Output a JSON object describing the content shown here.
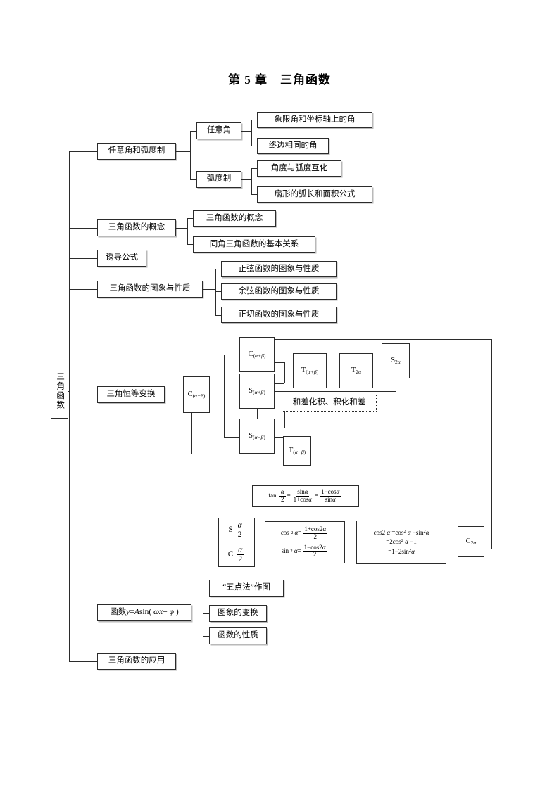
{
  "document": {
    "title": "第 5 章　三角函数",
    "type": "chapter-mind-map"
  },
  "root": {
    "label": "三角函数"
  },
  "branches": [
    {
      "label": "任意角和弧度制",
      "children": [
        {
          "label": "任意角",
          "children": [
            {
              "label": "象限角和坐标轴上的角"
            },
            {
              "label": "终边相同的角"
            }
          ]
        },
        {
          "label": "弧度制",
          "children": [
            {
              "label": "角度与弧度互化"
            },
            {
              "label": "扇形的弧长和面积公式"
            }
          ]
        }
      ]
    },
    {
      "label": "三角函数的概念",
      "children": [
        {
          "label": "三角函数的概念"
        },
        {
          "label": "同角三角函数的基本关系"
        }
      ]
    },
    {
      "label": "诱导公式",
      "children": []
    },
    {
      "label": "三角函数的图象与性质",
      "children": [
        {
          "label": "正弦函数的图象与性质"
        },
        {
          "label": "余弦函数的图象与性质"
        },
        {
          "label": "正切函数的图象与性质"
        }
      ]
    },
    {
      "label": "三角恒等变换",
      "children": []
    },
    {
      "label": "函数y=Asin( ωx+ φ )",
      "children": [
        {
          "label": "“五点法”作图"
        },
        {
          "label": "图象的变换"
        },
        {
          "label": "函数的性质"
        }
      ]
    },
    {
      "label": "三角函数的应用",
      "children": []
    }
  ],
  "identity_nodes": {
    "c_amb": "C(α−β)",
    "c_apb": "C(α+β)",
    "s_apb": "S(α+β)",
    "s_amb": "S(α−β)",
    "t_apb": "T(α+β)",
    "t_amb": "T(α−β)",
    "t_2a": "T2α",
    "s_2a": "S2α",
    "c_2a": "C2α",
    "sum_product": "和差化积、积化和差",
    "half_angle": "S α/2  C α/2"
  },
  "formulas": {
    "tan_half": "tan α/2 = sinα/(1+cosα) = (1−cosα)/sinα",
    "cos_sq": "cos²α = (1+cos2α)/2",
    "sin_sq": "sin²α = (1−cos2α)/2",
    "cos2a_1": "cos2α =cos²α −sin²α",
    "cos2a_2": "=2cos²α −1",
    "cos2a_3": "=1−2sin²α"
  }
}
